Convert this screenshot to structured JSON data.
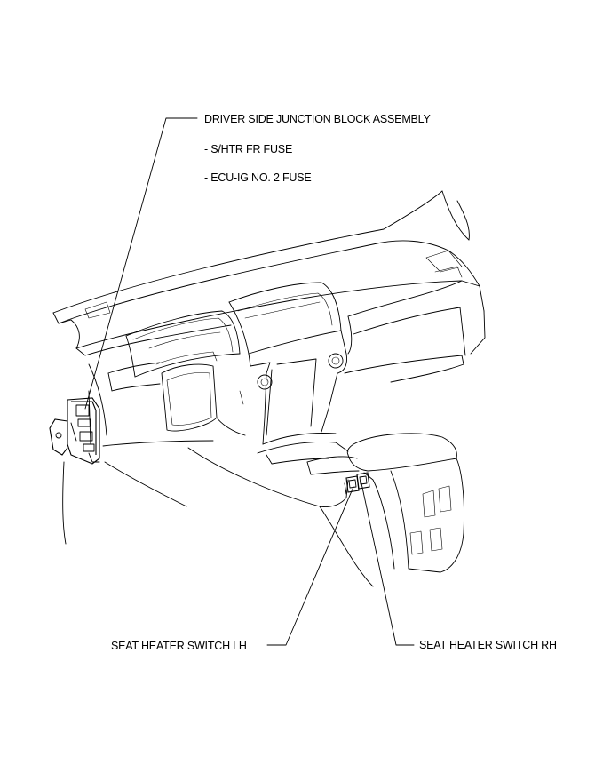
{
  "labels": {
    "junction_block": "DRIVER SIDE JUNCTION BLOCK ASSEMBLY",
    "fuse_shtr": "- S/HTR FR FUSE",
    "fuse_ecu": "- ECU-IG NO. 2 FUSE",
    "switch_lh": "SEAT HEATER SWITCH LH",
    "switch_rh": "SEAT HEATER SWITCH RH"
  },
  "colors": {
    "line": "#000000",
    "background": "#ffffff"
  }
}
